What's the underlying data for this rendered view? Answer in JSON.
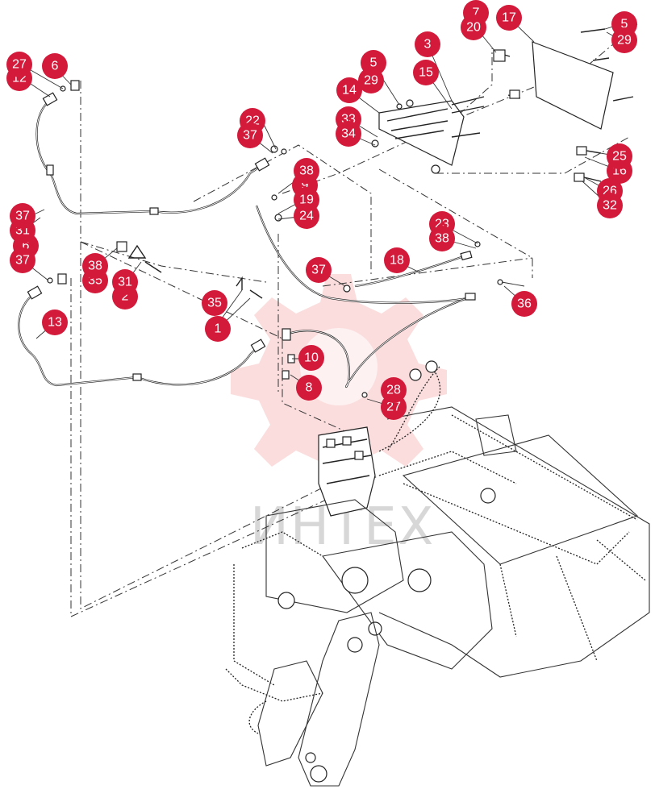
{
  "watermark_text": "ИНТЕХ",
  "colors": {
    "callout": "#d31a3b",
    "watermark": "#e84545",
    "line": "#222222"
  },
  "callouts": [
    "1",
    "2",
    "3",
    "5",
    "5",
    "6",
    "6",
    "7",
    "8",
    "9",
    "10",
    "12",
    "13",
    "14",
    "15",
    "16",
    "17",
    "18",
    "19",
    "20",
    "22",
    "23",
    "24",
    "25",
    "26",
    "27",
    "27",
    "28",
    "29",
    "29",
    "31",
    "31",
    "32",
    "33",
    "34",
    "35",
    "35",
    "36",
    "37",
    "37",
    "37",
    "37",
    "38",
    "38",
    "38"
  ]
}
